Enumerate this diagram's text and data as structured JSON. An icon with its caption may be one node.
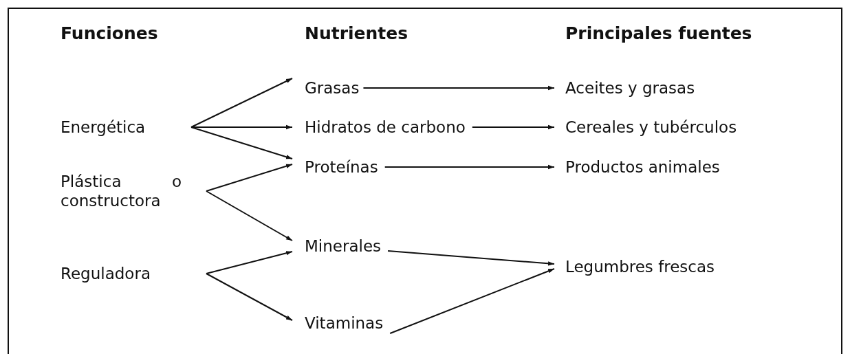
{
  "diagram": {
    "nodes": [
      {
        "text": [
          "Energética"
        ]
      },
      {
        "text": [
          "Plástica o constructora"
        ]
      },
      {
        "text": [
          "Reguladora"
        ]
      },
      {
        "text": [
          "Grasas"
        ]
      },
      {
        "text": [
          "Hidratos de carbono"
        ]
      },
      {
        "text": [
          "Proteínas"
        ]
      },
      {
        "text": [
          "Minerales"
        ]
      },
      {
        "text": [
          "Vitaminas"
        ]
      },
      {
        "text": [
          "Aceites y grasas"
        ]
      },
      {
        "text": [
          "Cereales y tubérculos"
        ]
      },
      {
        "text": [
          "Productos animales"
        ]
      },
      {
        "text": [
          "Legumbres frescas"
        ]
      }
    ],
    "edges": [
      {
        "from": 0,
        "to": 3,
        "arrow": "to"
      },
      {
        "from": 0,
        "to": 4,
        "arrow": "to"
      },
      {
        "from": 0,
        "to": 5,
        "arrow": "to"
      },
      {
        "from": 1,
        "to": 5,
        "arrow": "to"
      },
      {
        "from": 1,
        "to": 6,
        "arrow": "to"
      },
      {
        "from": 2,
        "to": 6,
        "arrow": "to"
      },
      {
        "from": 2,
        "to": 7,
        "arrow": "to"
      },
      {
        "from": 3,
        "to": 8,
        "arrow": "to"
      },
      {
        "from": 4,
        "to": 9,
        "arrow": "to"
      },
      {
        "from": 5,
        "to": 10,
        "arrow": "to"
      },
      {
        "from": 6,
        "to": 11,
        "arrow": "to"
      },
      {
        "from": 7,
        "to": 11,
        "arrow": "to"
      }
    ],
    "labels": [
      "Funciones",
      "Nutrientes",
      "Principales fuentes"
    ]
  }
}
